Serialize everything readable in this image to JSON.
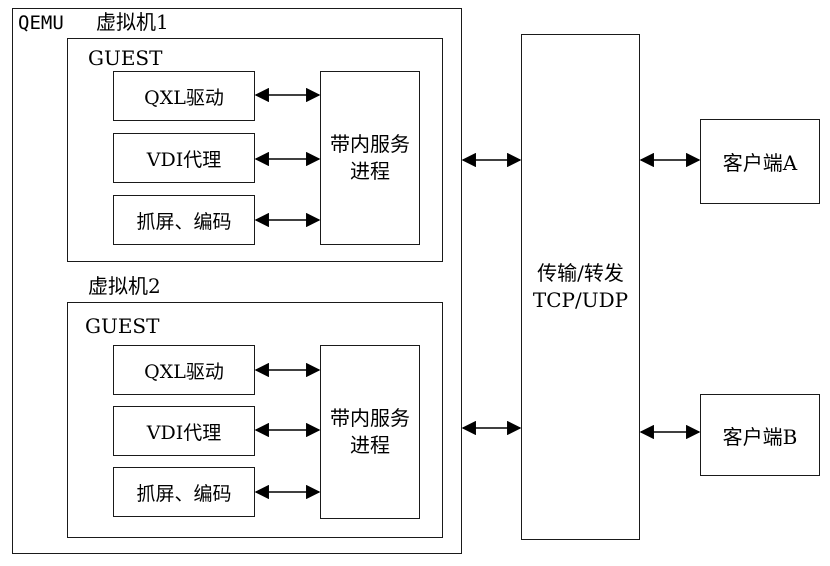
{
  "qemu": {
    "label": "QEMU"
  },
  "vms": [
    {
      "label": "虚拟机1",
      "guest_label": "GUEST",
      "modules": [
        "QXL驱动",
        "VDI代理",
        "抓屏、编码"
      ],
      "service": {
        "line1": "带内服务",
        "line2": "进程"
      }
    },
    {
      "label": "虚拟机2",
      "guest_label": "GUEST",
      "modules": [
        "QXL驱动",
        "VDI代理",
        "抓屏、编码"
      ],
      "service": {
        "line1": "带内服务",
        "line2": "进程"
      }
    }
  ],
  "transport": {
    "line1": "传输/转发",
    "line2": "TCP/UDP"
  },
  "clients": [
    "客户端A",
    "客户端B"
  ]
}
